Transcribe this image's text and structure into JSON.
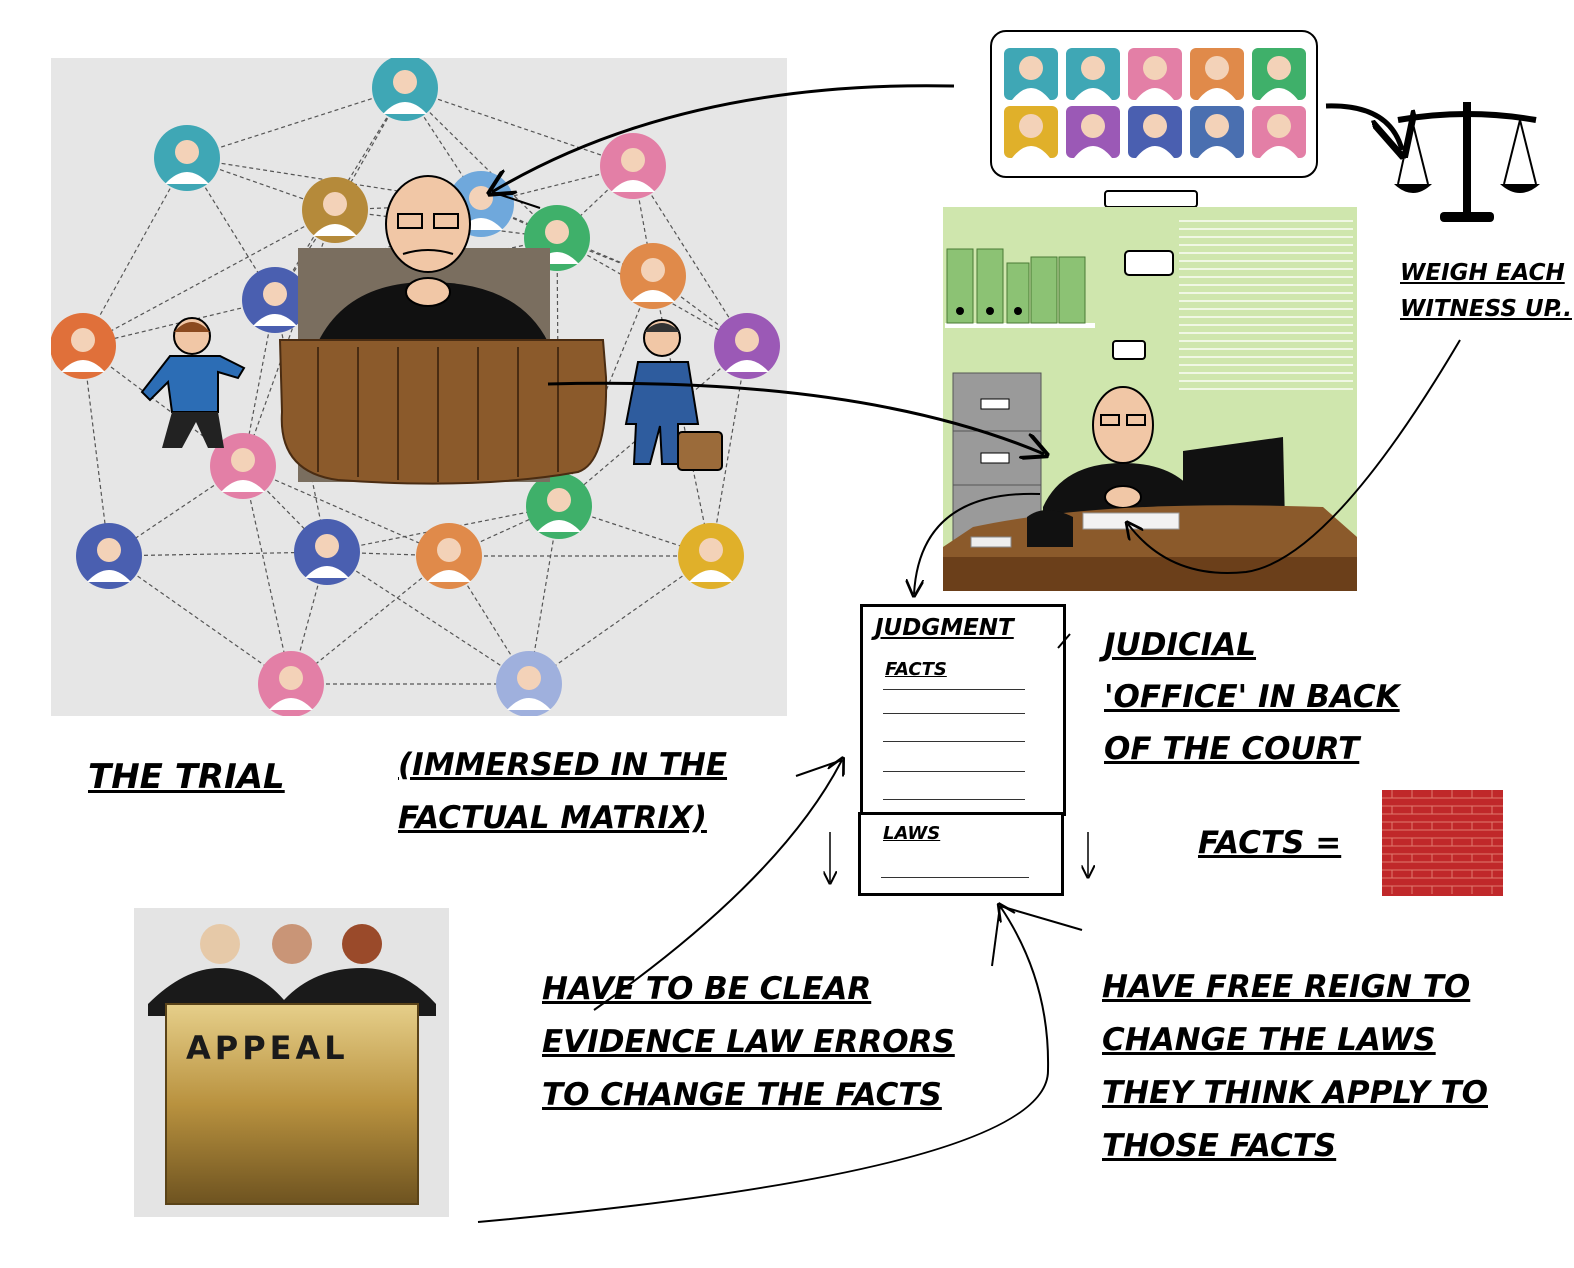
{
  "trial": {
    "label": "THE TRIAL",
    "immersed_line1": "(IMMERSED IN THE",
    "immersed_line2": "FACTUAL MATRIX)"
  },
  "office": {
    "line1": "JUDICIAL",
    "line2": "'OFFICE' IN BACK",
    "line3": "OF THE COURT"
  },
  "weigh": {
    "line1": "WEIGH EACH",
    "line2": "WITNESS UP.."
  },
  "judgment_doc": {
    "title": "JUDGMENT",
    "facts_label": "FACTS",
    "laws_label": "LAWS"
  },
  "facts_equals": "FACTS =",
  "appeal_box": "APPEAL",
  "clear_evidence": {
    "line1": "HAVE TO BE CLEAR",
    "line2": "EVIDENCE LAW ERRORS",
    "line3": "TO CHANGE THE FACTS"
  },
  "free_reign": {
    "line1": "HAVE FREE REIGN TO",
    "line2": "CHANGE THE LAWS",
    "line3": "THEY THINK APPLY TO",
    "line4": "THOSE FACTS"
  },
  "colors": {
    "brick": "#c0282a",
    "office_wall": "#cfe6ad",
    "desk_brown": "#8b5a2b",
    "appeal_gold": "#b9923f"
  }
}
